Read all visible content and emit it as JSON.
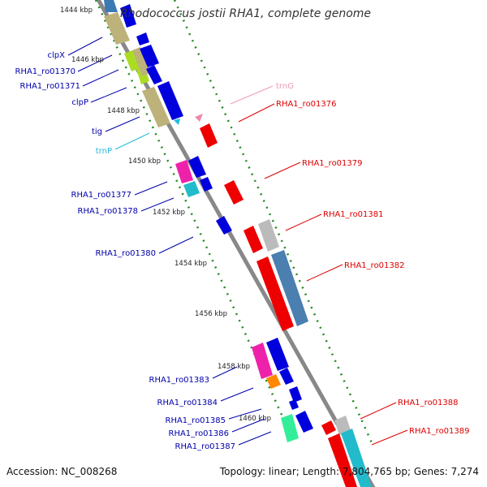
{
  "title": "Rhodococcus jostii RHA1, complete genome",
  "footer": {
    "accession": "Accession: NC_008268",
    "summary": "Topology: linear; Length: 7,804,765 bp; Genes: 7,274"
  },
  "colors": {
    "reverse_label": "#0000aa",
    "forward_label": "#dd0000",
    "trna_label": "#22bbdd",
    "trna_fwd_label": "#ee99bb",
    "backbone": "#888888",
    "tick": "#228822"
  },
  "kbp_ticks": [
    "1444 kbp",
    "1446 kbp",
    "1448 kbp",
    "1450 kbp",
    "1452 kbp",
    "1454 kbp",
    "1456 kbp",
    "1458 kbp",
    "1460 kbp"
  ],
  "reverse_labels": [
    "clpX",
    "RHA1_ro01370",
    "RHA1_ro01371",
    "clpP",
    "tig",
    "trnP",
    "RHA1_ro01377",
    "RHA1_ro01378",
    "RHA1_ro01380",
    "RHA1_ro01383",
    "RHA1_ro01384",
    "RHA1_ro01385",
    "RHA1_ro01386",
    "RHA1_ro01387"
  ],
  "forward_labels": [
    "trnG",
    "RHA1_ro01376",
    "RHA1_ro01379",
    "RHA1_ro01381",
    "RHA1_ro01382",
    "RHA1_ro01388",
    "RHA1_ro01389"
  ]
}
